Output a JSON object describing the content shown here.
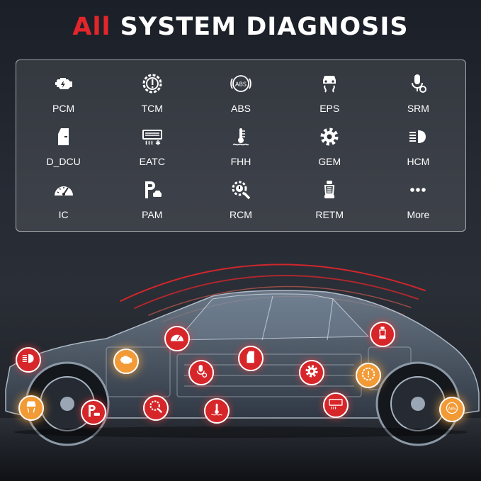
{
  "header": {
    "title_accent": "All",
    "title_rest": "SYSTEM DIAGNOSIS"
  },
  "colors": {
    "accent": "#e3262b",
    "pin_red": "#d7262a",
    "pin_orange": "#f29a36"
  },
  "systems": [
    {
      "label": "PCM",
      "icon": "engine-icon"
    },
    {
      "label": "TCM",
      "icon": "gear-warning-icon"
    },
    {
      "label": "ABS",
      "icon": "abs-icon"
    },
    {
      "label": "EPS",
      "icon": "steering-icon"
    },
    {
      "label": "SRM",
      "icon": "seat-restraint-icon"
    },
    {
      "label": "D_DCU",
      "icon": "door-icon"
    },
    {
      "label": "EATC",
      "icon": "climate-icon"
    },
    {
      "label": "FHH",
      "icon": "coolant-temp-icon"
    },
    {
      "label": "GEM",
      "icon": "cog-icon"
    },
    {
      "label": "HCM",
      "icon": "headlight-icon"
    },
    {
      "label": "IC",
      "icon": "gauge-icon"
    },
    {
      "label": "PAM",
      "icon": "parking-icon"
    },
    {
      "label": "RCM",
      "icon": "search-gear-icon"
    },
    {
      "label": "RETM",
      "icon": "seat-icon"
    },
    {
      "label": "More",
      "icon": "more-icon"
    }
  ]
}
